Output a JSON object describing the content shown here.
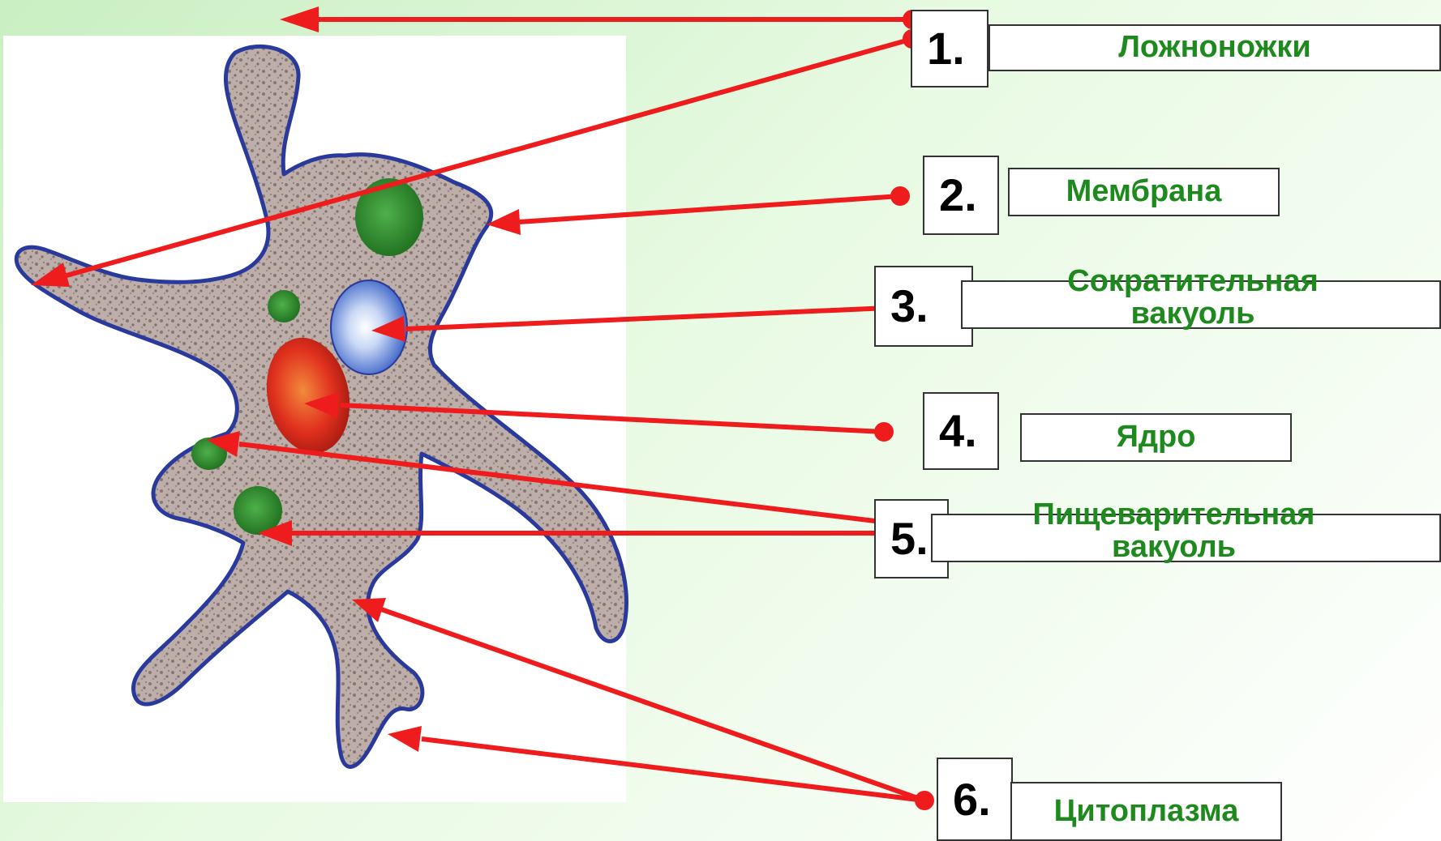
{
  "theme": {
    "label_color": "#1e8a1e",
    "arrow_color": "#ee1c1c",
    "outline_color": "#2a3a9c",
    "cytoplasm_color": "#b9a9a4",
    "vacuole_green": "#2e8b2e",
    "nucleus_color": "#e0301e",
    "contractile_vacuole_color": "#6d8fe0"
  },
  "labels": [
    {
      "number": "1.",
      "text": "Ложноножки"
    },
    {
      "number": "2.",
      "text": "Мембрана"
    },
    {
      "number": "3.",
      "text": "Сократительная вакуоль"
    },
    {
      "number": "4.",
      "text": "Ядро"
    },
    {
      "number": "5.",
      "text": "Пищеварительная вакуоль"
    },
    {
      "number": "6.",
      "text": "Цитоплазма"
    }
  ]
}
